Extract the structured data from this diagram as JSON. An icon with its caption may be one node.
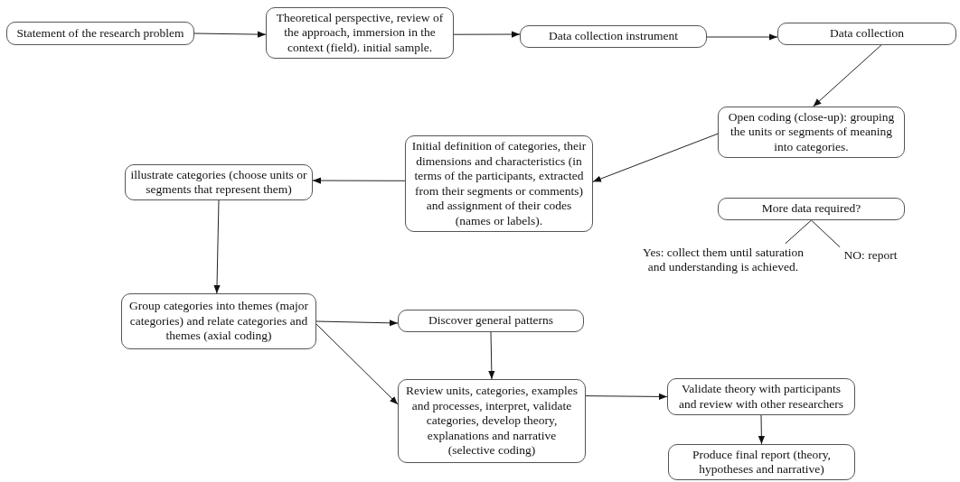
{
  "diagram": {
    "nodes": [
      {
        "text": [
          "Statement of the research problem"
        ]
      },
      {
        "text": [
          "Theoretical perspective, review of the approach, immersion in the context (field). initial sample."
        ]
      },
      {
        "text": [
          "Data collection instrument"
        ]
      },
      {
        "text": [
          "Data collection"
        ]
      },
      {
        "text": [
          "Open coding (close-up): grouping the units or segments of meaning into categories."
        ]
      },
      {
        "text": [
          "Initial definition of categories, their dimensions and characteristics (in terms of the participants, extracted from their segments or comments) and assignment of their codes (names or labels)."
        ]
      },
      {
        "text": [
          "illustrate categories (choose units or segments that represent them)"
        ]
      },
      {
        "text": [
          "More data required?"
        ]
      },
      {
        "text": [
          "Yes: collect them until saturation and understanding is achieved."
        ]
      },
      {
        "text": [
          "NO: report"
        ]
      },
      {
        "text": [
          "Group categories into themes (major categories) and relate categories and themes (axial coding)"
        ]
      },
      {
        "text": [
          "Discover general patterns"
        ]
      },
      {
        "text": [
          "Review units, categories, examples and processes, interpret, validate categories, develop theory, explanations and narrative (selective coding)"
        ]
      },
      {
        "text": [
          "Validate theory with participants and review with other researchers"
        ]
      },
      {
        "text": [
          "Produce final report (theory, hypotheses and narrative)"
        ]
      }
    ],
    "edges": [
      {
        "from": 0,
        "to": 1,
        "arrow": "to"
      },
      {
        "from": 1,
        "to": 2,
        "arrow": "to"
      },
      {
        "from": 2,
        "to": 3,
        "arrow": "to"
      },
      {
        "from": 3,
        "to": 4,
        "arrow": "to"
      },
      {
        "from": 4,
        "to": 5,
        "arrow": "to"
      },
      {
        "from": 5,
        "to": 6,
        "arrow": "to"
      },
      {
        "from": 6,
        "to": 10,
        "arrow": "to"
      },
      {
        "from": 10,
        "to": 11,
        "arrow": "to"
      },
      {
        "from": 10,
        "to": 12,
        "arrow": "to"
      },
      {
        "from": 11,
        "to": 12,
        "arrow": "to"
      },
      {
        "from": 12,
        "to": 13,
        "arrow": "to"
      },
      {
        "from": 13,
        "to": 14,
        "arrow": "to"
      },
      {
        "from": 7,
        "to": 8,
        "arrow": "none"
      },
      {
        "from": 7,
        "to": 9,
        "arrow": "none"
      }
    ]
  }
}
